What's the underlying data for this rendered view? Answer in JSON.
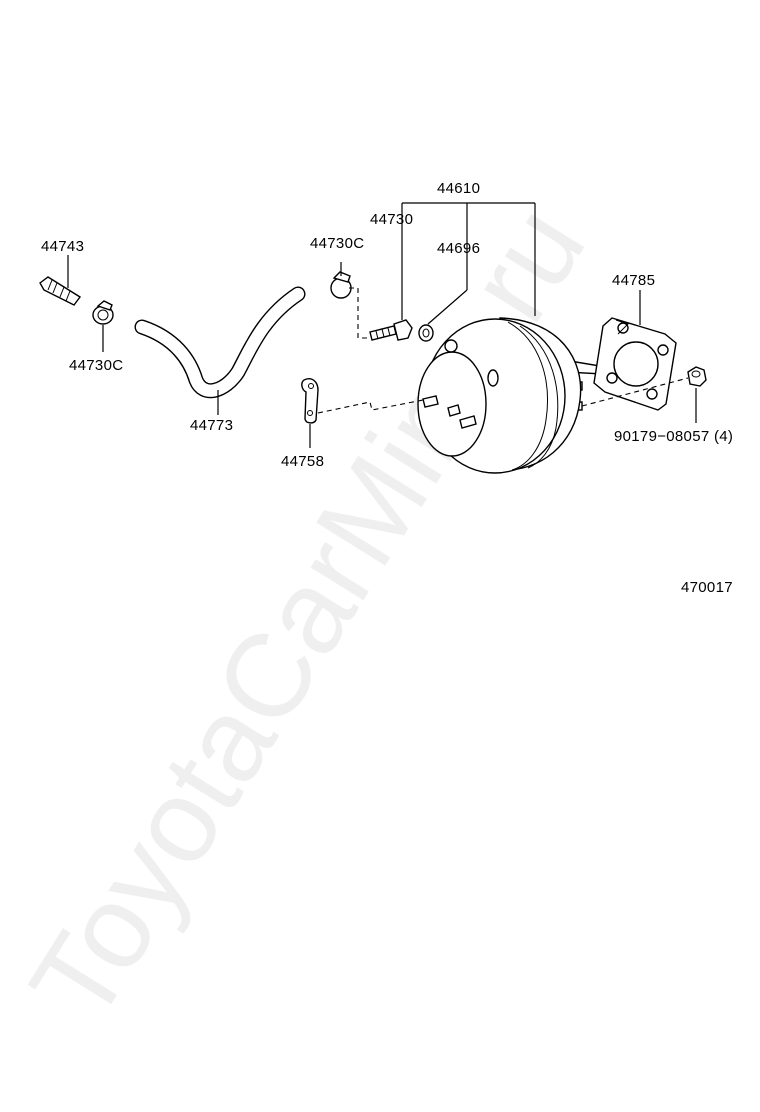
{
  "watermark": "ToyotaCarMine.ru",
  "diagram_code": "470017",
  "labels": {
    "p44610": "44610",
    "p44730": "44730",
    "p44730c_top": "44730C",
    "p44696": "44696",
    "p44743": "44743",
    "p44785": "44785",
    "p44730c_left": "44730C",
    "p44773": "44773",
    "p44758": "44758",
    "p90179": "90179−08057 (4)"
  }
}
